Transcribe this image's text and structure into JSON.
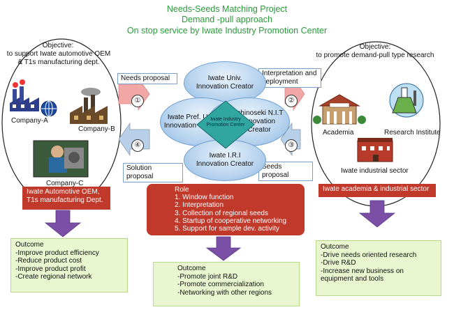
{
  "title": {
    "line1": "Needs-Seeds Matching Project",
    "line2": "Demand -pull approach",
    "line3": "On stop service by Iwate Industry Promotion Center"
  },
  "left": {
    "objective_title": "Objective:",
    "objective_text": "to support Iwate automotive OEM & T1s manufacturing dept.",
    "company_a": "Company-A",
    "company_b": "Company-B",
    "company_c": "Company-C",
    "sector_box": "Iwate Automotive OEM, T1s manufacturing Dept.",
    "outcome_title": "Outcome",
    "outcome_items": [
      "-Improve product efficiency",
      "-Reduce product cost",
      "-Improve product profit",
      "-Create regional network"
    ]
  },
  "right": {
    "objective_title": "Objective:",
    "objective_text": "to promote demand-pull type research",
    "academia": "Academia",
    "research_institute": "Research Institute",
    "industrial_sector": "Iwate industrial sector",
    "sector_box": "Iwate academia & industrial sector",
    "outcome_title": "Outcome",
    "outcome_items": [
      "-Drive needs oriented research",
      "-Drive R&D",
      "-Increase new business on equipment and tools"
    ]
  },
  "center": {
    "top_petal": "Iwate Univ. Innovation Creator",
    "left_petal": "Iwate Pref. Univ. Innovation Creator",
    "right_petal": "Ichinoseki N.I.T Innovation Creator",
    "bottom_petal": "Iwate I.R.I Innovation Creator",
    "diamond": "Iwate Industry Promotion Center",
    "role_title": "Role",
    "role_items": [
      "1. Window function",
      "2. Interpretation",
      "3. Collection of regional seeds",
      "4. Startup of cooperative networking",
      "5. Support for sample dev. activity"
    ],
    "outcome_title": "Outcome",
    "outcome_items": [
      "-Promote joint R&D",
      "-Promote commercialization",
      "-Networking with other regions"
    ]
  },
  "flows": {
    "needs_proposal": "Needs proposal",
    "interpretation": "Interpretation and deployment",
    "seeds_proposal": "Seeds proposal",
    "solution_proposal": "Solution proposal",
    "n1": "①",
    "n2": "②",
    "n3": "③",
    "n4": "④"
  },
  "colors": {
    "title_green": "#2a9a3a",
    "arrow_pink": "#f2a7a7",
    "arrow_blue": "#b8d0ea",
    "purple_arrow": "#7b4fa6",
    "role_red": "#c0392b",
    "outcome_green": "#eaf6cf"
  }
}
